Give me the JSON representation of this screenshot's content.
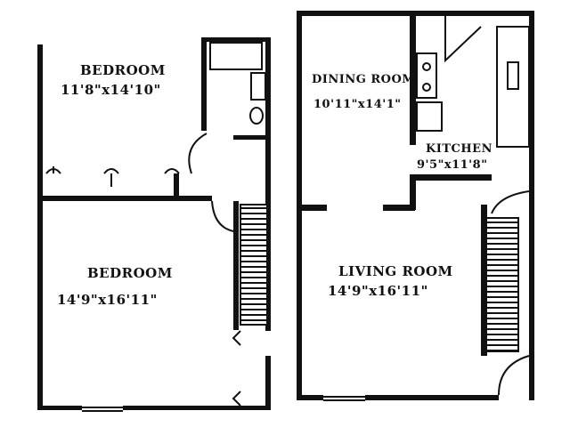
{
  "rooms": [
    {
      "name": "BEDROOM",
      "size": "11'8\"x14'10\""
    },
    {
      "name": "BEDROOM",
      "size": "14'9\"x16'11\""
    },
    {
      "name": "DINING ROOM",
      "size": "10'11\"x14'1\""
    },
    {
      "name": "KITCHEN",
      "size": "9'5\"x11'8\""
    },
    {
      "name": "LIVING ROOM",
      "size": "14'9\"x16'11\""
    }
  ],
  "colors": {
    "wall": "#111111",
    "background": "#ffffff"
  }
}
